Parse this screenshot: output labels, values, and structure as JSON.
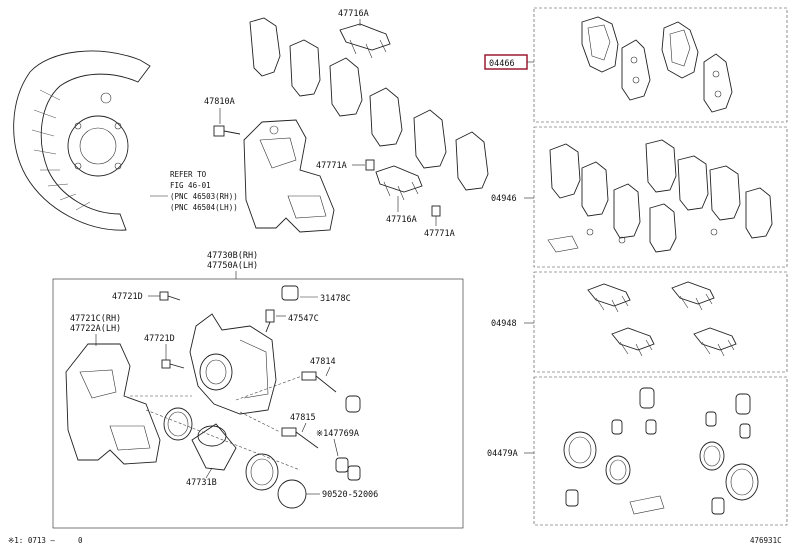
{
  "labels": {
    "p47716a_top": "47716A",
    "p04466": "04466",
    "p47810a": "47810A",
    "refer1": "REFER TO",
    "refer2": "FIG 46-01",
    "refer3": "(PNC 46503(RH))",
    "refer4": "(PNC 46504(LH))",
    "p47771a_left": "47771A",
    "p47716a_mid": "47716A",
    "p47771a_right": "47771A",
    "p04946": "04946",
    "p47730b": "47730B(RH)",
    "p47750a": "47750A(LH)",
    "p47721d_top": "47721D",
    "p31478c": "31478C",
    "p47547c": "47547C",
    "p47721c": "47721C(RH)",
    "p47722a": "47722A(LH)",
    "p47721d_mid": "47721D",
    "p47814": "47814",
    "p04948": "04948",
    "p47815": "47815",
    "p47769a": "※147769A",
    "p04479a": "04479A",
    "p47731b": "47731B",
    "p90520": "90520-52006",
    "footer_left": "※1: 0713 –",
    "footer_left_end": "0",
    "footer_right": "476931C"
  },
  "highlight_color": "#9b1b30"
}
